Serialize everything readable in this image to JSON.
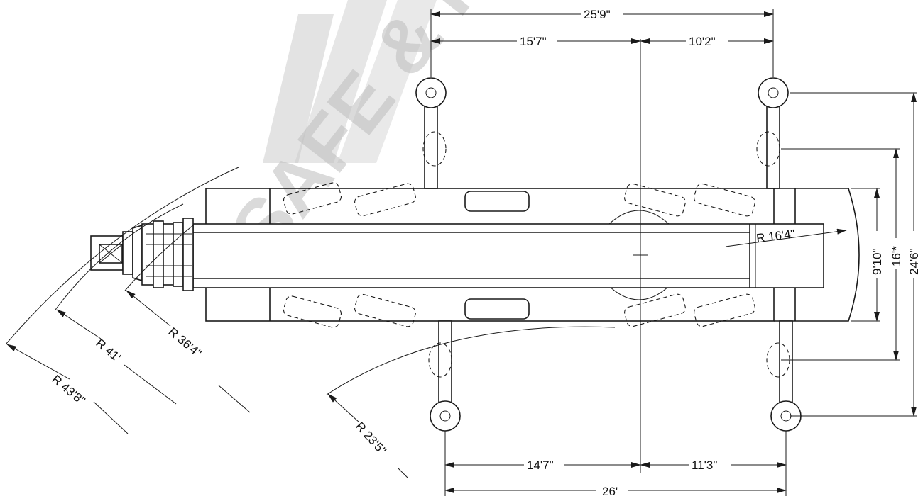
{
  "colors": {
    "line": "#1a1a1a",
    "watermark": "#bdbdbd",
    "background": "#ffffff"
  },
  "watermark": {
    "text": "SAFE & RE"
  },
  "dimensions": {
    "top_overall": "25'9\"",
    "top_left": "15'7\"",
    "top_right": "10'2\"",
    "bottom_left": "14'7\"",
    "bottom_right": "11'3\"",
    "bottom_overall": "26'",
    "right_body_width": "9'10\"",
    "right_outrigger_inner": "16'*",
    "right_outrigger_outer": "24'6\"",
    "tail_swing_radius": "R 16'4\""
  },
  "radii": {
    "r1": "R 43'8\"",
    "r2": "R 41'",
    "r3": "R 36'4\"",
    "r4": "R 23'5\""
  }
}
